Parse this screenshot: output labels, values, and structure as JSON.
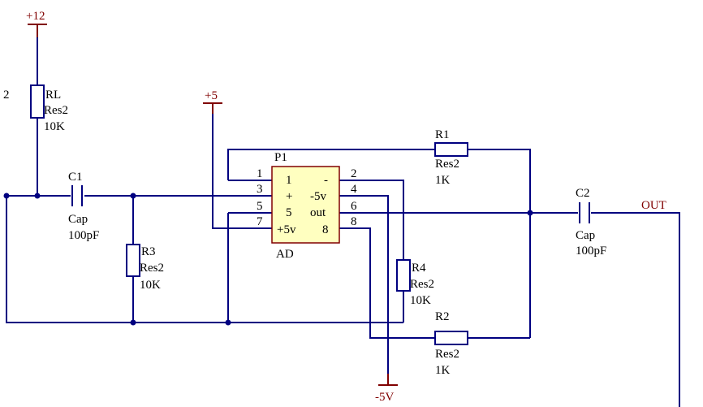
{
  "net_labels": {
    "plus12": "+12",
    "plus5": "+5",
    "minus5": "-5V",
    "out": "OUT",
    "two": "2"
  },
  "components": {
    "RL": {
      "designator": "RL",
      "type": "Res2",
      "value": "10K"
    },
    "R1": {
      "designator": "R1",
      "type": "Res2",
      "value": "1K"
    },
    "R2": {
      "designator": "R2",
      "type": "Res2",
      "value": "1K"
    },
    "R3": {
      "designator": "R3",
      "type": "Res2",
      "value": "10K"
    },
    "R4": {
      "designator": "R4",
      "type": "Res2",
      "value": "10K"
    },
    "C1": {
      "designator": "C1",
      "type": "Cap",
      "value": "100pF"
    },
    "C2": {
      "designator": "C2",
      "type": "Cap",
      "value": "100pF"
    }
  },
  "chip": {
    "designator": "P1",
    "name": "AD",
    "left_pins": [
      {
        "number": "1",
        "label": "1"
      },
      {
        "number": "3",
        "label": "+"
      },
      {
        "number": "5",
        "label": "5"
      },
      {
        "number": "7",
        "label": "+5v"
      }
    ],
    "right_pins": [
      {
        "number": "2",
        "label": "-"
      },
      {
        "number": "4",
        "label": "-5v"
      },
      {
        "number": "6",
        "label": "out"
      },
      {
        "number": "8",
        "label": "8"
      }
    ]
  },
  "colors": {
    "wire": "#000080",
    "power": "#800000",
    "chip_fill": "#ffffc0"
  }
}
